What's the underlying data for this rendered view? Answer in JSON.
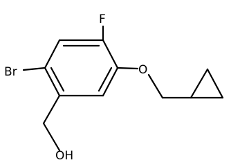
{
  "molecule": {
    "atom_labels": {
      "fluorine": "F",
      "bromine": "Br",
      "ether_oxygen": "O",
      "hydroxyl": "OH"
    }
  },
  "colors": {
    "background": "#ffffff",
    "ink": "#000000"
  }
}
